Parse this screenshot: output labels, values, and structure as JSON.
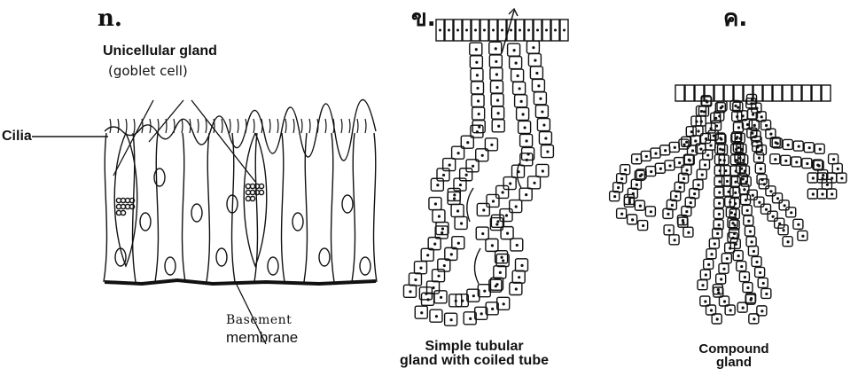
{
  "panels": [
    {
      "letter": "n.",
      "labels": {
        "unicellular": "Unicellular     gland",
        "goblet": "(goblet cell)",
        "cilia": "Cilia",
        "basement_1": "Basement",
        "basement_2": "membrane"
      }
    },
    {
      "letter": "ข.",
      "caption_1": "Simple tubular",
      "caption_2": "gland with coiled tube"
    },
    {
      "letter": "ค.",
      "caption_1": "Compound",
      "caption_2": "gland"
    }
  ],
  "colors": {
    "ink": "#111111",
    "background": "#ffffff"
  }
}
